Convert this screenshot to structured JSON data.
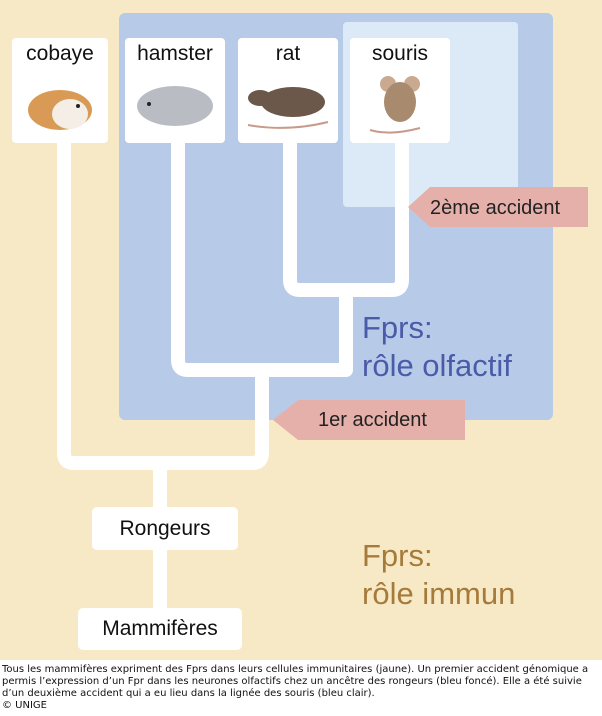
{
  "species": [
    {
      "label": "cobaye"
    },
    {
      "label": "hamster"
    },
    {
      "label": "rat"
    },
    {
      "label": "souris"
    }
  ],
  "nodes": {
    "rodents": "Rongeurs",
    "mammals": "Mammifères"
  },
  "events": {
    "first": "1er accident",
    "second": "2ème accident"
  },
  "regions": {
    "olfactory_title": "Fprs:",
    "olfactory_role": "rôle olfactif",
    "immune_title": "Fprs:",
    "immune_role": "rôle immun"
  },
  "caption": {
    "text": "Tous les mammifères expriment des Fprs dans leurs cellules immunitaires (jaune). Un premier accident génomique  a permis l’expression d’un Fpr dans les neurones olfactifs chez un ancêtre des rongeurs (bleu foncé). Elle a été suivie d’un deuxième accident qui a eu lieu dans la lignée des souris (bleu clair).",
    "copyright": "© UNIGE"
  },
  "colors": {
    "background": "#f8e9c6",
    "dark_blue": "#b7cbe9",
    "light_blue": "#dbeaf6",
    "arrow": "#e6b0aa",
    "olfactory_text": "#4a5ba8",
    "immune_text": "#a57b3c"
  }
}
